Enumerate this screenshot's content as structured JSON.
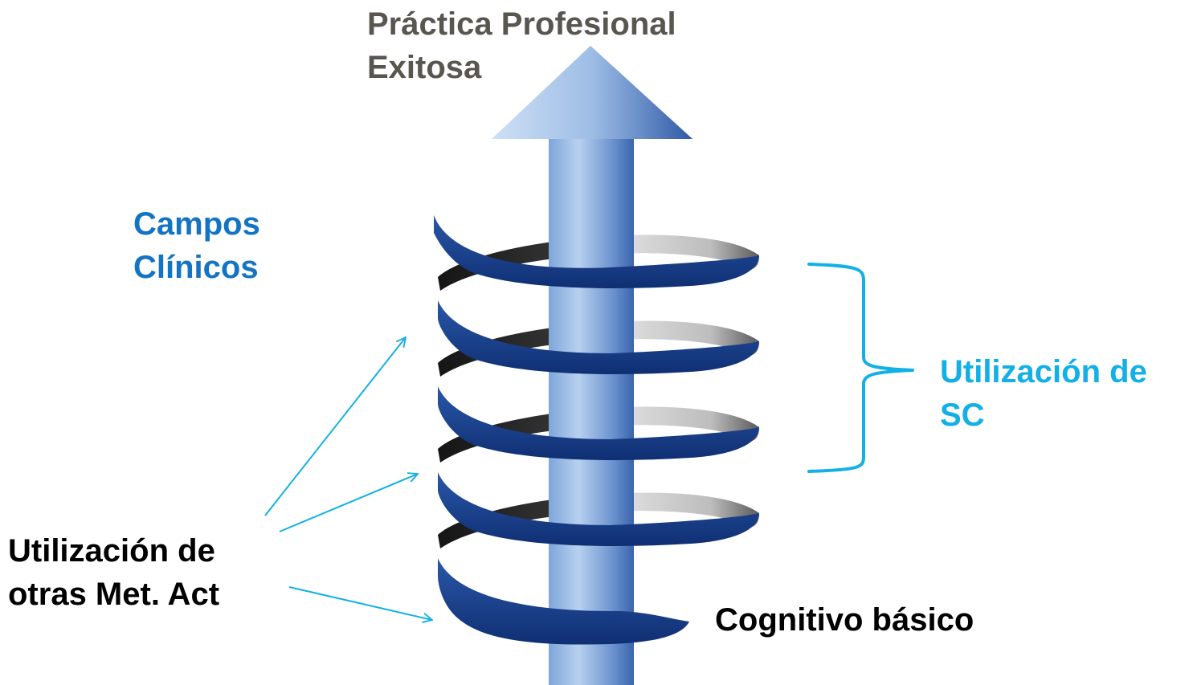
{
  "title": {
    "line1": "Práctica Profesional",
    "line2": "Exitosa",
    "color": "#595650"
  },
  "labels": {
    "campos": {
      "line1": "Campos",
      "line2": "Clínicos",
      "color": "#1474c4"
    },
    "utilizacion_sc": {
      "line1": "Utilización de",
      "line2": "SC",
      "color": "#13b0e6"
    },
    "utilizacion_otras": {
      "line1": "Utilización de",
      "line2": "otras Met. Act",
      "color": "#000000"
    },
    "cognitivo": {
      "text": "Cognitivo básico",
      "color": "#000000"
    }
  },
  "colors": {
    "arrow_dark": "#3a64ad",
    "arrow_light": "#aac8ec",
    "spiral_front": "#173f8f",
    "spiral_back_dark": "#1c1c1c",
    "spiral_back_light": "#c8c8c8",
    "connector": "#13b0e6"
  }
}
